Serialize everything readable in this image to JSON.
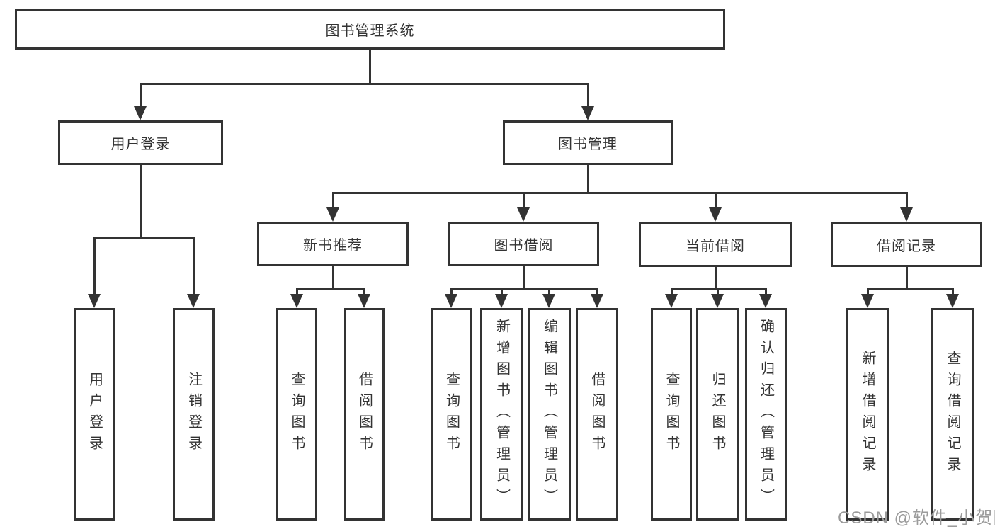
{
  "colors": {
    "line_color": "#333333",
    "box_bg": "#ffffff",
    "text_color": "#333333",
    "watermark_color": "#9b9b9b",
    "canvas_bg": "#ffffff"
  },
  "watermark": {
    "text": "CSDN @软件_小贺同学"
  },
  "tree": {
    "label": "图书管理系统",
    "children": [
      {
        "label": "用户登录",
        "children": [
          {
            "label": "用户登录"
          },
          {
            "label": "注销登录"
          }
        ]
      },
      {
        "label": "图书管理",
        "children": [
          {
            "label": "新书推荐",
            "children": [
              {
                "label": "查询图书"
              },
              {
                "label": "借阅图书"
              }
            ]
          },
          {
            "label": "图书借阅",
            "children": [
              {
                "label": "查询图书"
              },
              {
                "label": "新增图书（管理员）"
              },
              {
                "label": "编辑图书（管理员）"
              },
              {
                "label": "借阅图书"
              }
            ]
          },
          {
            "label": "当前借阅",
            "children": [
              {
                "label": "查询图书"
              },
              {
                "label": "归还图书"
              },
              {
                "label": "确认归还（管理员）"
              }
            ]
          },
          {
            "label": "借阅记录",
            "children": [
              {
                "label": "新增借阅记录"
              },
              {
                "label": "查询借阅记录"
              }
            ]
          }
        ]
      }
    ]
  }
}
